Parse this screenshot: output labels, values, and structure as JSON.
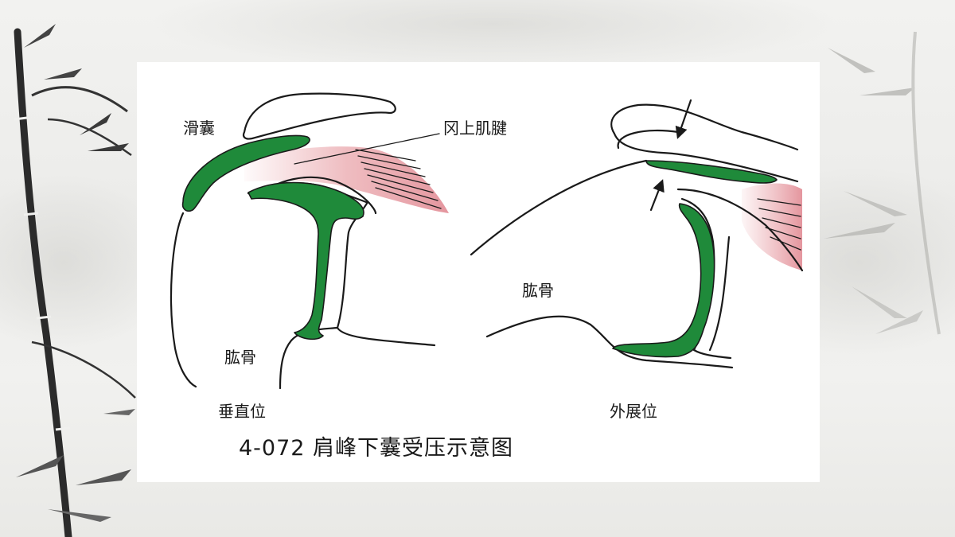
{
  "figure": {
    "caption": "4-072 肩峰下囊受压示意图",
    "left_panel": {
      "bursa_label": "滑囊",
      "tendon_label": "冈上肌腱",
      "humerus_label": "肱骨",
      "position_label": "垂直位"
    },
    "right_panel": {
      "humerus_label": "肱骨",
      "position_label": "外展位"
    }
  },
  "colors": {
    "bursa_green": "#1f8a3a",
    "tendon_pink": "#e8a0a6",
    "outline": "#1a1a1a",
    "card_bg": "#ffffff"
  }
}
